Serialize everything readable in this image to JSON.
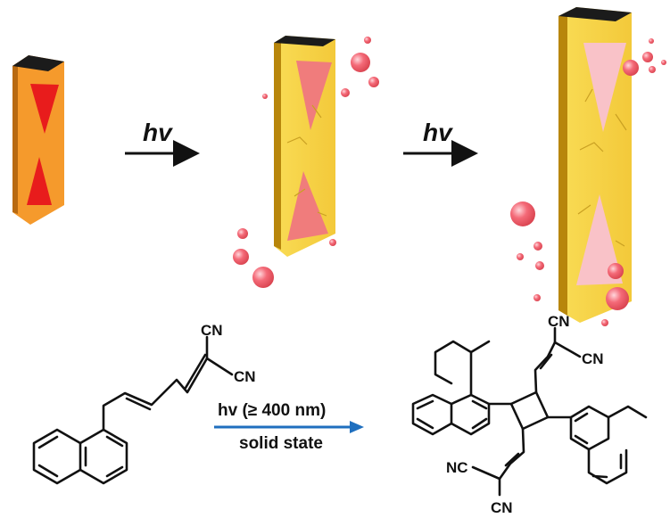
{
  "top_row": {
    "arrow_1_label": "hv",
    "arrow_2_label": "hv"
  },
  "reaction": {
    "condition_1": "hv (≥ 400 nm)",
    "condition_2": "solid state"
  },
  "reactant_labels": {
    "cn_top": "CN",
    "cn_right": "CN"
  },
  "product_labels": {
    "cn_top": "CN",
    "cn_right": "CN",
    "nc_left": "NC",
    "cn_bottom": "CN"
  },
  "colors": {
    "crystal_orange": "#f59a2c",
    "crystal_yellow": "#f7d23e",
    "crystal_edge": "#b8860b",
    "triangle_red": "#e81c1c",
    "triangle_pink": "#f07c7c",
    "triangle_light_pink": "#f9c2c8",
    "droplet_pink": "#f46a78",
    "blue_arrow": "#1f6fbf",
    "bond_black": "#111111"
  }
}
